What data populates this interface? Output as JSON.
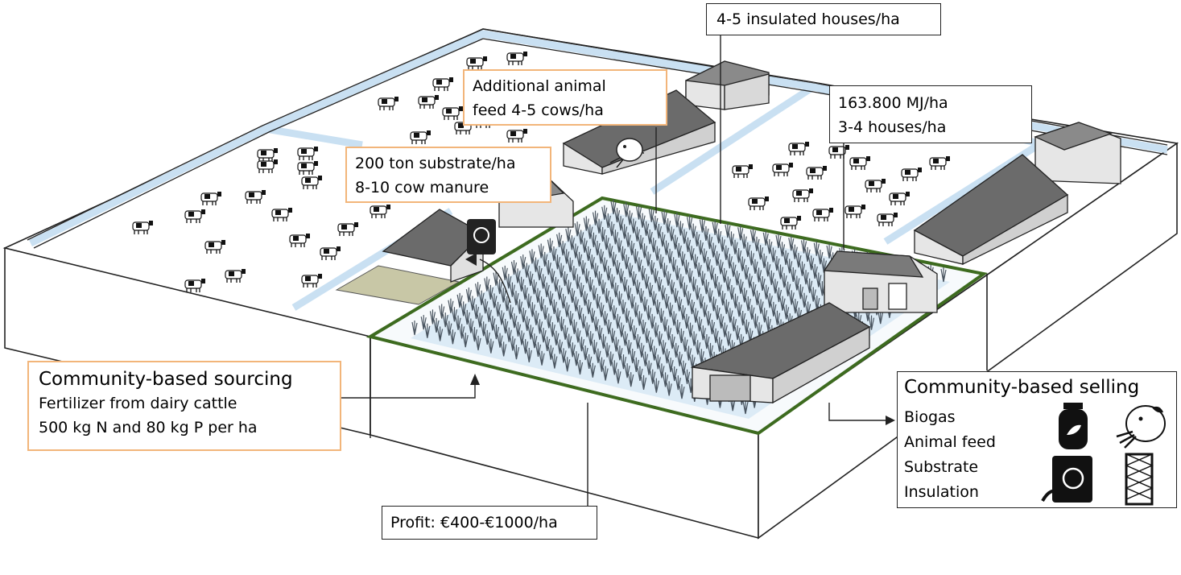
{
  "labels": {
    "insulated_houses": "4-5 insulated houses/ha",
    "animal_feed_line1": "Additional animal",
    "animal_feed_line2": "feed 4-5 cows/ha",
    "energy_line1": "163.800 MJ/ha",
    "energy_line2": "3-4 houses/ha",
    "substrate_line1": "200 ton substrate/ha",
    "substrate_line2": "8-10 cow manure",
    "profit": "Profit: €400-€1000/ha"
  },
  "sourcing": {
    "title": "Community-based sourcing",
    "line1": "Fertilizer from dairy cattle",
    "line2": "500 kg N and 80 kg P per ha"
  },
  "selling": {
    "title": "Community-based selling",
    "items": [
      "Biogas",
      "Animal feed",
      "Substrate",
      "Insulation"
    ],
    "icons": [
      "gas-cylinder-icon",
      "cow-eating-icon",
      "substrate-bag-icon",
      "insulation-panel-icon"
    ]
  },
  "colors": {
    "field_outline": "#3d6b1f",
    "ditch": "#c9e0f2",
    "orange_border": "#f2b57a",
    "crop": "#4a5560",
    "roof": "#6b6b6b"
  }
}
